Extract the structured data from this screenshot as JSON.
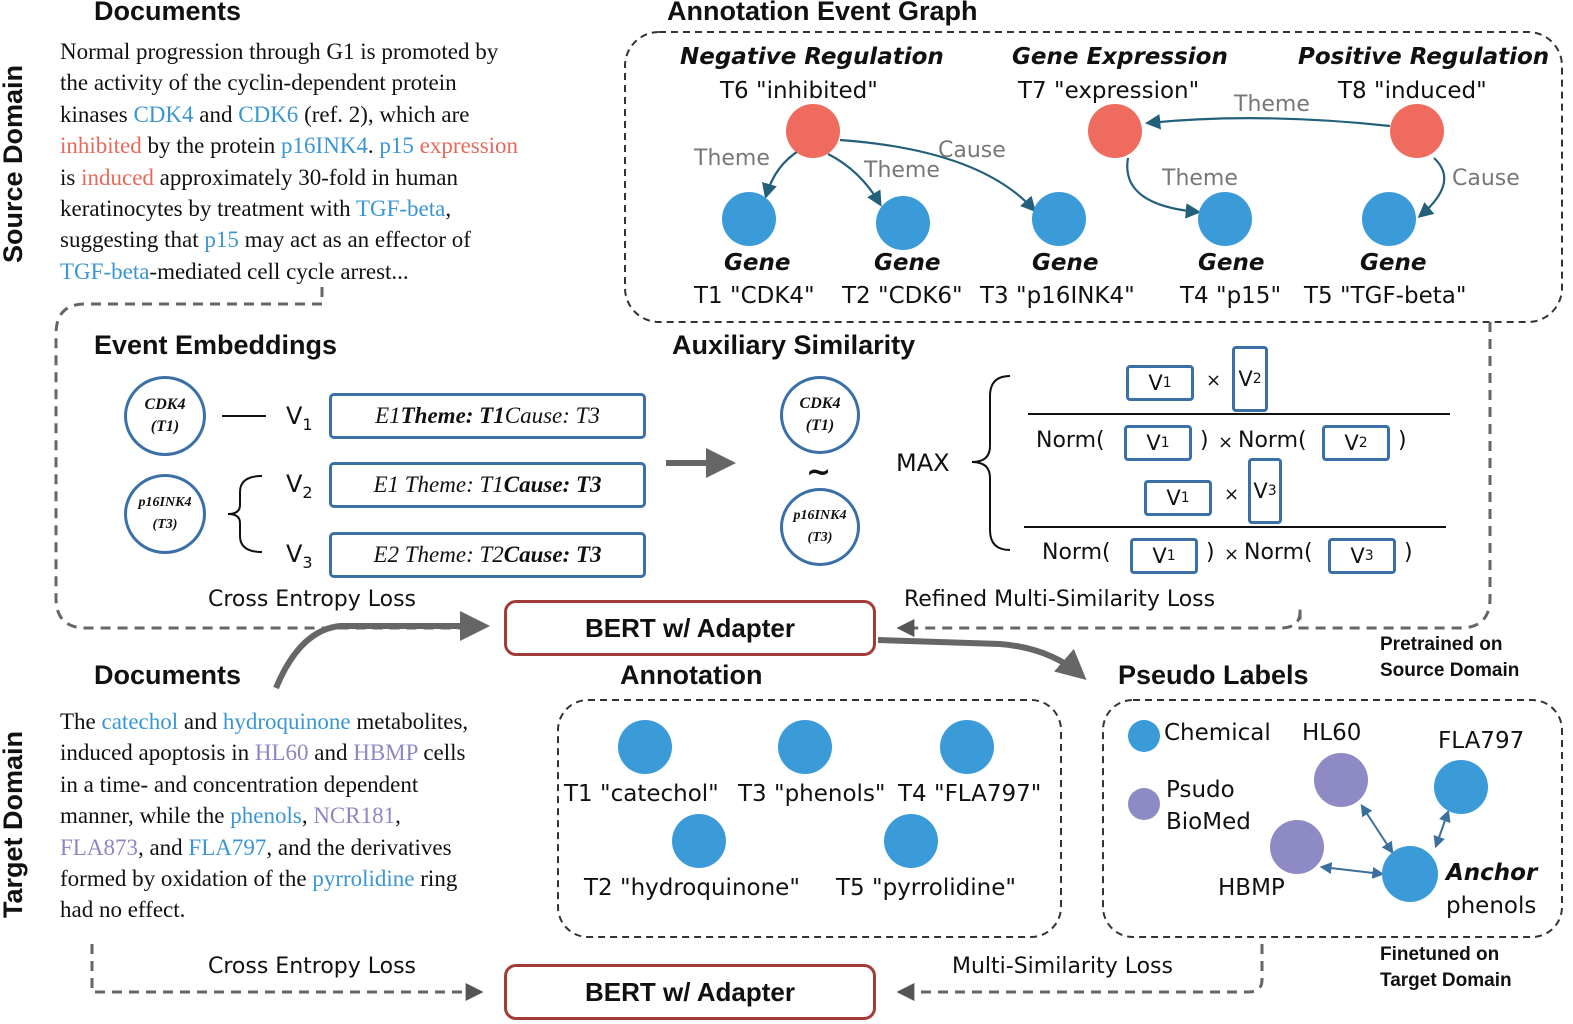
{
  "side_labels": {
    "source": "Source Domain",
    "target": "Target Domain"
  },
  "source": {
    "documents_title": "Documents",
    "doc_lines": [
      [
        {
          "t": "Normal progression through G1 is promoted by",
          "c": ""
        }
      ],
      [
        {
          "t": "the activity of the cyclin-dependent protein",
          "c": ""
        }
      ],
      [
        {
          "t": "kinases ",
          "c": ""
        },
        {
          "t": "CDK4",
          "c": "blue"
        },
        {
          "t": " and ",
          "c": ""
        },
        {
          "t": "CDK6",
          "c": "blue"
        },
        {
          "t": " (ref. 2), which are",
          "c": ""
        }
      ],
      [
        {
          "t": "inhibited",
          "c": "red"
        },
        {
          "t": " by the protein ",
          "c": ""
        },
        {
          "t": "p16INK4",
          "c": "blue"
        },
        {
          "t": ". ",
          "c": ""
        },
        {
          "t": "p15",
          "c": "blue"
        },
        {
          "t": " ",
          "c": ""
        },
        {
          "t": "expression",
          "c": "red"
        }
      ],
      [
        {
          "t": "is ",
          "c": ""
        },
        {
          "t": "induced",
          "c": "red"
        },
        {
          "t": " approximately 30-fold in human",
          "c": ""
        }
      ],
      [
        {
          "t": "keratinocytes by treatment with ",
          "c": ""
        },
        {
          "t": "TGF-beta",
          "c": "blue"
        },
        {
          "t": ",",
          "c": ""
        }
      ],
      [
        {
          "t": "suggesting that ",
          "c": ""
        },
        {
          "t": "p15",
          "c": "blue"
        },
        {
          "t": " may act as an effector of",
          "c": ""
        }
      ],
      [
        {
          "t": "TGF-beta",
          "c": "blue"
        },
        {
          "t": "-mediated cell cycle arrest...",
          "c": ""
        }
      ]
    ],
    "graph_title": "Annotation Event Graph",
    "events": [
      {
        "type": "Negative Regulation",
        "label": "T6 \"inhibited\""
      },
      {
        "type": "Gene Expression",
        "label": "T7 \"expression\""
      },
      {
        "type": "Positive Regulation",
        "label": "T8 \"induced\""
      }
    ],
    "genes": [
      {
        "type": "Gene",
        "label": "T1 \"CDK4\""
      },
      {
        "type": "Gene",
        "label": "T2 \"CDK6\""
      },
      {
        "type": "Gene",
        "label": "T3 \"p16INK4\""
      },
      {
        "type": "Gene",
        "label": "T4 \"p15\""
      },
      {
        "type": "Gene",
        "label": "T5 \"TGF-beta\""
      }
    ],
    "edge_labels": {
      "theme1": "Theme",
      "theme2": "Theme",
      "cause1": "Cause",
      "theme3": "Theme",
      "theme4": "Theme",
      "cause2": "Cause"
    },
    "embeddings_title": "Event Embeddings",
    "similarity_title": "Auxiliary Similarity",
    "entity1": {
      "name": "CDK4",
      "id": "(T1)"
    },
    "entity2": {
      "name": "p16INK4",
      "id": "(T3)"
    },
    "vectors": {
      "v1": "V",
      "v1_sub": "1",
      "v2": "V",
      "v2_sub": "2",
      "v3": "V",
      "v3_sub": "3"
    },
    "emb_boxes": [
      {
        "pre": "E1 ",
        "b1": "Theme: T1",
        "mid": " Cause: T3",
        "b2": ""
      },
      {
        "pre": "E1 Theme: T1 ",
        "b1": "",
        "mid": "",
        "b2": "Cause: T3"
      },
      {
        "pre": "E2 Theme: T2 ",
        "b1": "",
        "mid": "",
        "b2": "Cause: T3"
      }
    ],
    "tilde": "~",
    "max_label": "MAX",
    "times": "×",
    "norm_open": "Norm(",
    "norm_close": ")",
    "loss_ce": "Cross Entropy Loss",
    "loss_ms": "Refined Multi-Similarity Loss",
    "bert": "BERT w/ Adapter",
    "pretrained_l1": "Pretrained on",
    "pretrained_l2": "Source Domain"
  },
  "target": {
    "documents_title": "Documents",
    "doc_lines": [
      [
        {
          "t": "The ",
          "c": ""
        },
        {
          "t": "catechol",
          "c": "blue"
        },
        {
          "t": " and ",
          "c": ""
        },
        {
          "t": "hydroquinone",
          "c": "blue"
        },
        {
          "t": " metabolites,",
          "c": ""
        }
      ],
      [
        {
          "t": "induced apoptosis in ",
          "c": ""
        },
        {
          "t": "HL60",
          "c": "purple"
        },
        {
          "t": " and ",
          "c": ""
        },
        {
          "t": "HBMP",
          "c": "purple"
        },
        {
          "t": " cells",
          "c": ""
        }
      ],
      [
        {
          "t": "in a time- and concentration dependent",
          "c": ""
        }
      ],
      [
        {
          "t": "manner, while the ",
          "c": ""
        },
        {
          "t": "phenols",
          "c": "blue"
        },
        {
          "t": ", ",
          "c": ""
        },
        {
          "t": "NCR181",
          "c": "purple"
        },
        {
          "t": ",",
          "c": ""
        }
      ],
      [
        {
          "t": "FLA873",
          "c": "purple"
        },
        {
          "t": ", and ",
          "c": ""
        },
        {
          "t": "FLA797",
          "c": "blue"
        },
        {
          "t": ", and the derivatives",
          "c": ""
        }
      ],
      [
        {
          "t": "formed by oxidation of the ",
          "c": ""
        },
        {
          "t": "pyrrolidine",
          "c": "blue"
        },
        {
          "t": " ring",
          "c": ""
        }
      ],
      [
        {
          "t": "had no effect.",
          "c": ""
        }
      ]
    ],
    "annotation_title": "Annotation",
    "annotations": [
      {
        "label": "T1 \"catechol\""
      },
      {
        "label": "T3 \"phenols\""
      },
      {
        "label": "T4 \"FLA797\""
      },
      {
        "label": "T2 \"hydroquinone\""
      },
      {
        "label": "T5 \"pyrrolidine\""
      }
    ],
    "pseudo_title": "Pseudo Labels",
    "legend_chemical": "Chemical",
    "legend_psudo_l1": "Psudo",
    "legend_psudo_l2": "BioMed",
    "pl_nodes": {
      "hl60": "HL60",
      "fla797": "FLA797",
      "hbmp": "HBMP",
      "anchor": "Anchor",
      "phenols": "phenols"
    },
    "loss_ce": "Cross Entropy Loss",
    "loss_ms": "Multi-Similarity Loss",
    "bert": "BERT w/ Adapter",
    "finetuned_l1": "Finetuned on",
    "finetuned_l2": "Target Domain"
  },
  "colors": {
    "event": "#ee6b5e",
    "gene": "#3b9bd8",
    "psudo": "#8d8ac6",
    "box": "#3b6fa8",
    "bert": "#a33c36",
    "edge": "#23607a"
  }
}
